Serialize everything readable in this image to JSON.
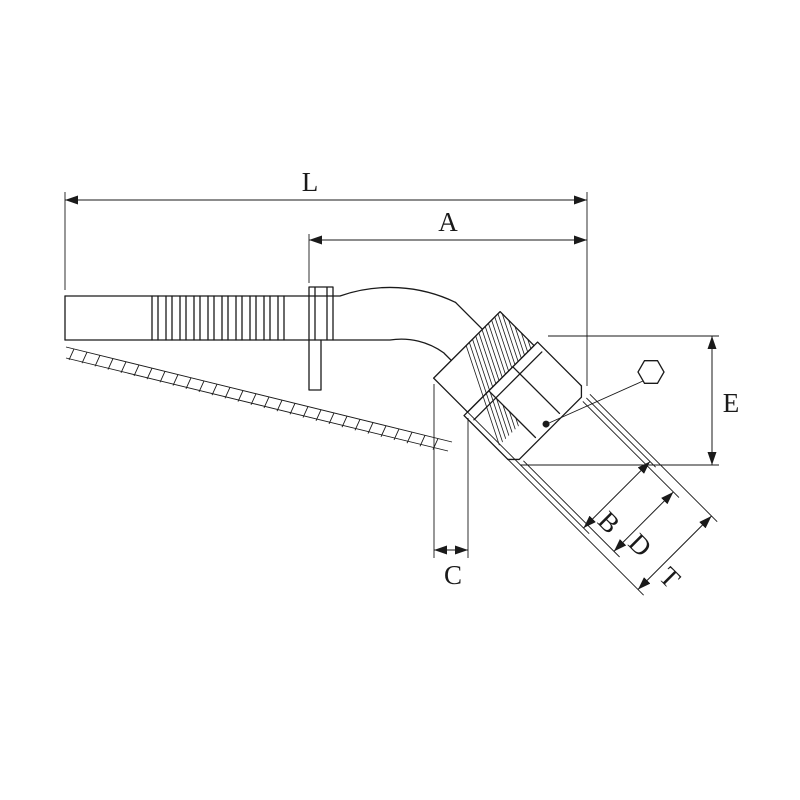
{
  "page": {
    "background": "#ffffff"
  },
  "drawing": {
    "line_color": "#1a1a1a",
    "dimensions": {
      "L": "L",
      "A": "A",
      "E": "E",
      "B": "B",
      "D": "D",
      "T": "T",
      "C": "C"
    },
    "symbols": {
      "hex": "hexagon-symbol"
    }
  }
}
